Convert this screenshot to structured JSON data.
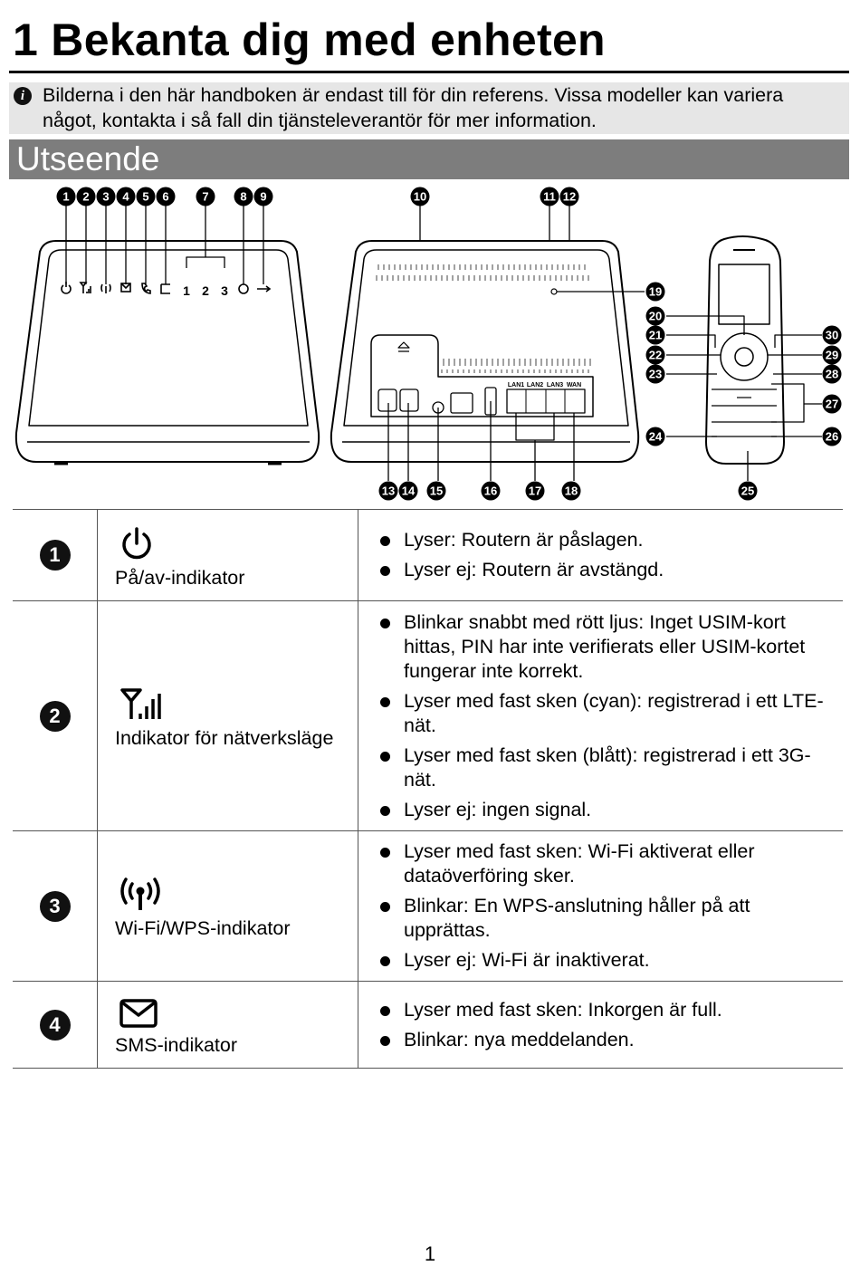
{
  "header": {
    "title": "1  Bekanta dig med enheten"
  },
  "note": {
    "icon": "info-icon",
    "text": "Bilderna i den här handboken är endast till för din referens. Vissa modeller kan variera något, kontakta i så fall din tjänsteleverantör för mer information."
  },
  "section": {
    "heading": "Utseende"
  },
  "diagram": {
    "callouts": [
      "1",
      "2",
      "3",
      "4",
      "5",
      "6",
      "7",
      "8",
      "9",
      "10",
      "11",
      "12",
      "13",
      "14",
      "15",
      "16",
      "17",
      "18",
      "19",
      "20",
      "21",
      "22",
      "23",
      "24",
      "25",
      "26",
      "27",
      "28",
      "29",
      "30"
    ],
    "front_led_numbers": [
      "1",
      "2",
      "3"
    ],
    "port_labels": [
      "LAN1",
      "LAN2",
      "LAN3",
      "WAN"
    ]
  },
  "table": {
    "rows": [
      {
        "num": "1",
        "icon": "power-icon",
        "name": "På/av-indikator",
        "items": [
          "Lyser: Routern är påslagen.",
          "Lyser ej: Routern är avstängd."
        ]
      },
      {
        "num": "2",
        "icon": "signal-antenna-icon",
        "name": "Indikator för nätverksläge",
        "items": [
          "Blinkar snabbt med rött ljus: Inget USIM-kort hittas, PIN har inte verifierats eller USIM-kortet fungerar inte korrekt.",
          "Lyser med fast sken (cyan): registrerad i ett LTE-nät.",
          "Lyser med fast sken (blått): registrerad i ett 3G-nät.",
          "Lyser ej: ingen signal."
        ]
      },
      {
        "num": "3",
        "icon": "wifi-broadcast-icon",
        "name": "Wi-Fi/WPS-indikator",
        "items": [
          "Lyser med fast sken: Wi-Fi aktiverat eller dataöverföring sker.",
          "Blinkar: En WPS-anslutning håller på att upprättas.",
          "Lyser ej: Wi-Fi är inaktiverat."
        ]
      },
      {
        "num": "4",
        "icon": "envelope-icon",
        "name": "SMS-indikator",
        "items": [
          "Lyser med fast sken: Inkorgen är full.",
          "Blinkar: nya meddelanden."
        ]
      }
    ]
  },
  "footer": {
    "page_number": "1"
  }
}
